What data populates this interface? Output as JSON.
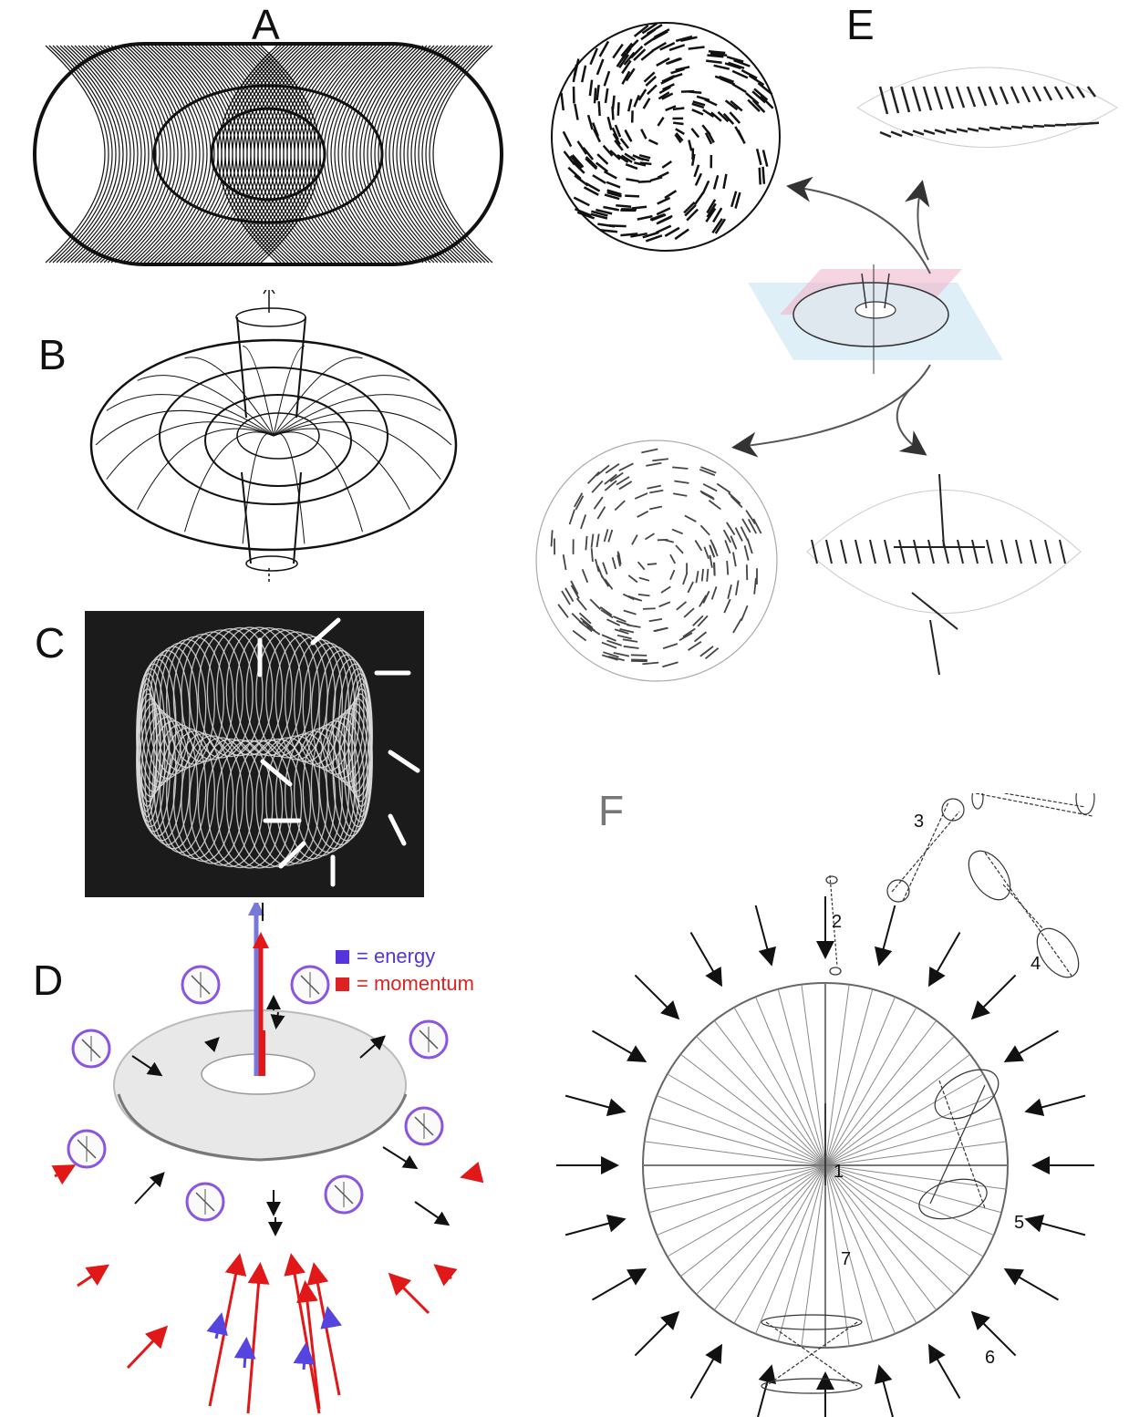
{
  "panels": {
    "A": {
      "label": "A"
    },
    "B": {
      "label": "B"
    },
    "C": {
      "label": "C"
    },
    "D": {
      "label": "D"
    },
    "E": {
      "label": "E"
    },
    "F": {
      "label": "F"
    }
  },
  "legend": {
    "energy": {
      "text": "= energy",
      "color": "#5533dd"
    },
    "momentum": {
      "text": "= momentum",
      "color": "#dd2222"
    }
  },
  "panelF": {
    "markers": [
      "1",
      "2",
      "3",
      "4",
      "5",
      "6",
      "7"
    ]
  },
  "colors": {
    "ink": "#111111",
    "arrow_red": "#e01818",
    "arrow_blue": "#7070d8",
    "arrow_purple": "#8a55e0",
    "photo_bg": "#1b1b1b",
    "plane_pink": "#e07090",
    "plane_blue": "#70b0d8"
  }
}
